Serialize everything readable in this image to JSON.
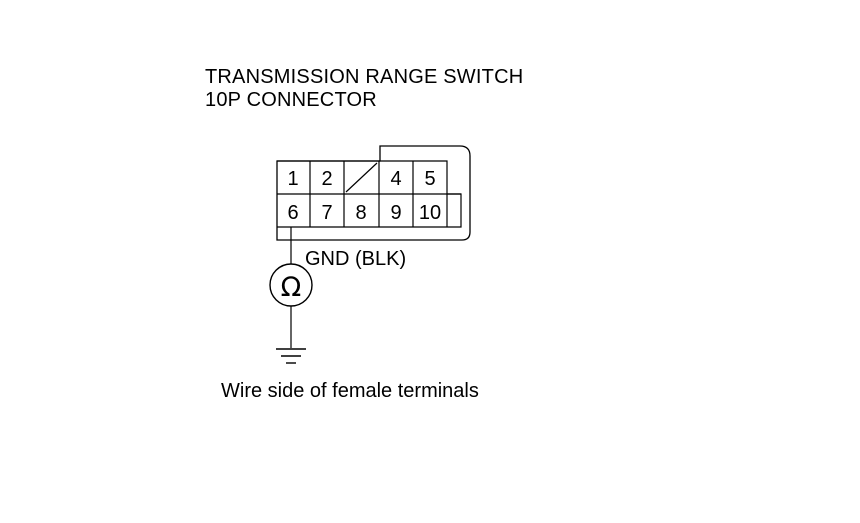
{
  "title": {
    "line1": "TRANSMISSION RANGE SWITCH",
    "line2": "10P CONNECTOR"
  },
  "connector": {
    "top_row": [
      "1",
      "2",
      "",
      "4",
      "5"
    ],
    "bottom_row": [
      "6",
      "7",
      "8",
      "9",
      "10"
    ]
  },
  "gnd_label": "GND (BLK)",
  "meter_symbol": "Ω",
  "caption": "Wire side of female terminals"
}
